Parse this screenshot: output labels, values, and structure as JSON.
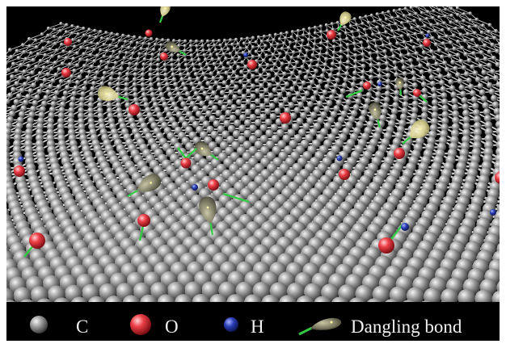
{
  "legend": {
    "items": [
      {
        "label": "C",
        "icon": "carbon-atom-icon",
        "color": "#9a9a9a"
      },
      {
        "label": "O",
        "icon": "oxygen-atom-icon",
        "color": "#e5343d"
      },
      {
        "label": "H",
        "icon": "hydrogen-atom-icon",
        "color": "#2a3fb5"
      },
      {
        "label": "Dangling bond",
        "icon": "dangling-bond-icon",
        "color": "#8c8a6e"
      }
    ]
  },
  "colors": {
    "background": "#000000",
    "carbon": "#9a9a9a",
    "bond": "#d0d0d0",
    "oxygen": "#e5343d",
    "hydrogen": "#2a3fb5",
    "group_bond": "#33cc44",
    "dangling_lobe": "#8c8a6e",
    "glow_lobe": "#e8e3a0"
  }
}
